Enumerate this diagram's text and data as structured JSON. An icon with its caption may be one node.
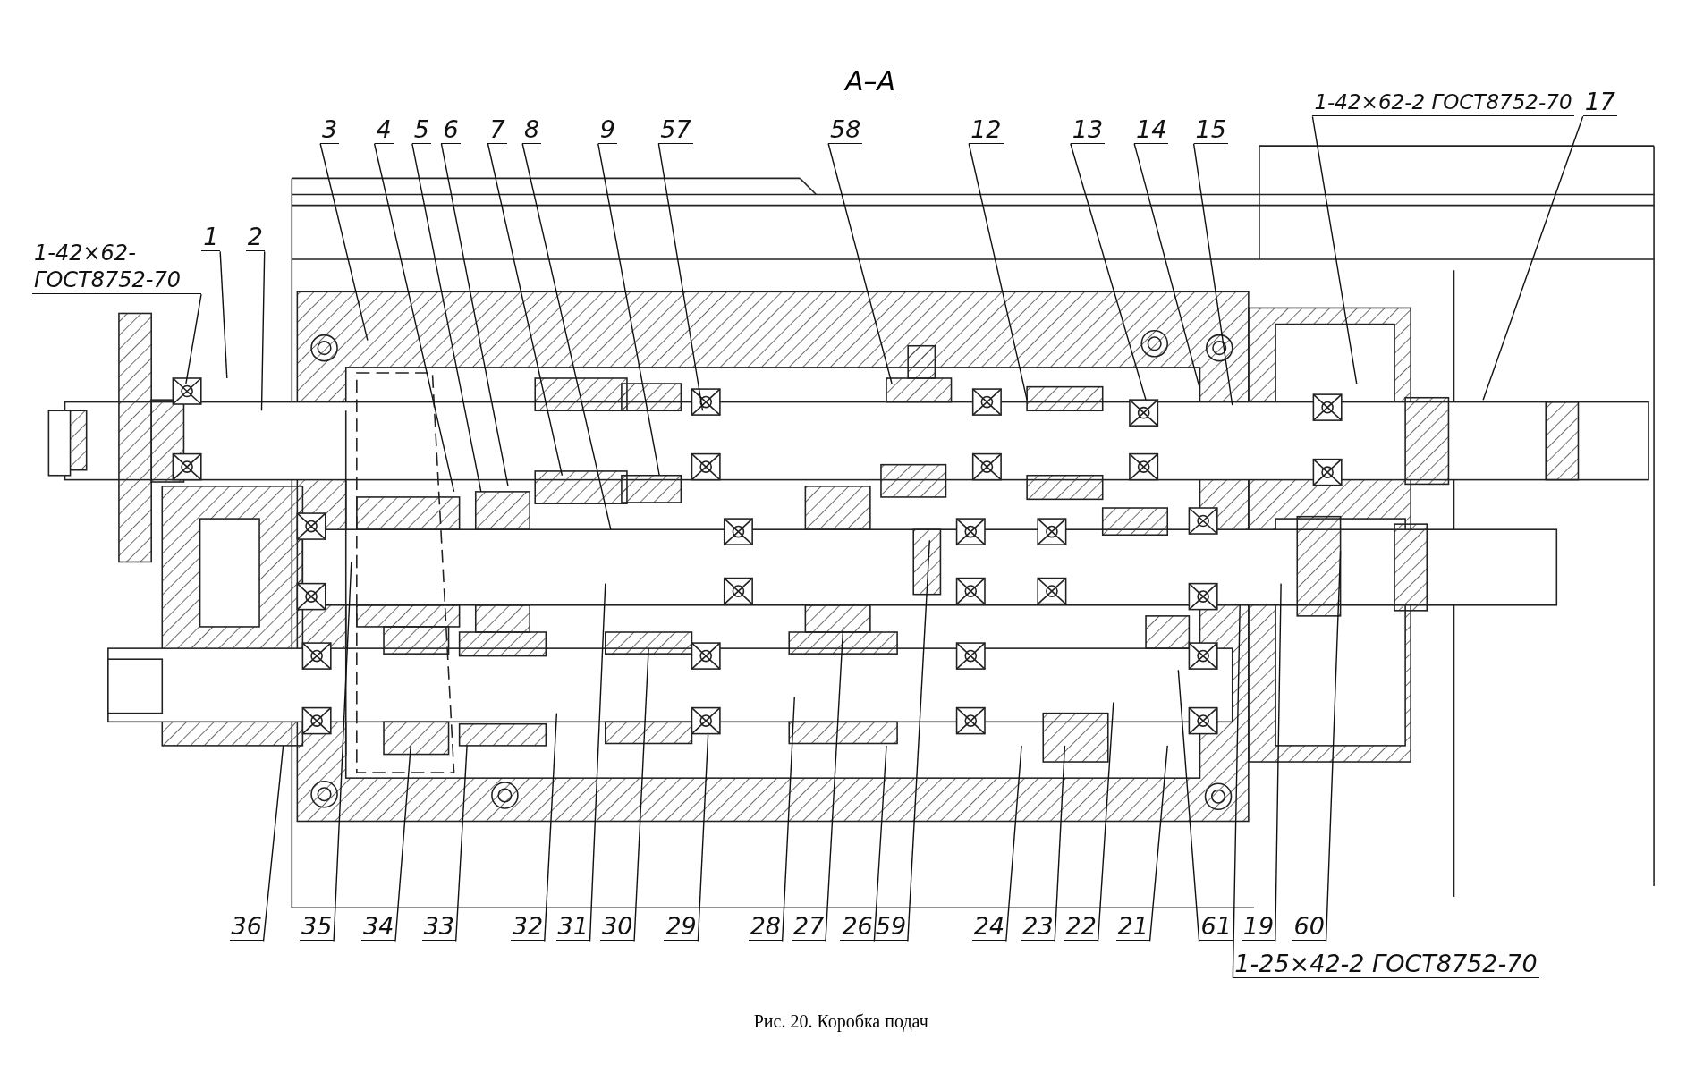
{
  "diagram": {
    "title": "А–А",
    "caption": "Рис. 20. Коробка подач",
    "nodes": [
      {
        "text": [
          "1-42×62-2 ГОСТ8752-70"
        ]
      },
      {
        "text": [
          "17"
        ]
      },
      {
        "text": [
          "3"
        ]
      },
      {
        "text": [
          "4"
        ]
      },
      {
        "text": [
          "5"
        ]
      },
      {
        "text": [
          "6"
        ]
      },
      {
        "text": [
          "7"
        ]
      },
      {
        "text": [
          "8"
        ]
      },
      {
        "text": [
          "9"
        ]
      },
      {
        "text": [
          "57"
        ]
      },
      {
        "text": [
          "58"
        ]
      },
      {
        "text": [
          "12"
        ]
      },
      {
        "text": [
          "13"
        ]
      },
      {
        "text": [
          "14"
        ]
      },
      {
        "text": [
          "15"
        ]
      },
      {
        "text": [
          "1"
        ]
      },
      {
        "text": [
          "2"
        ]
      },
      {
        "text": [
          "1-42×62- ГОСТ8752-70"
        ]
      },
      {
        "text": [
          "36"
        ]
      },
      {
        "text": [
          "35"
        ]
      },
      {
        "text": [
          "34"
        ]
      },
      {
        "text": [
          "33"
        ]
      },
      {
        "text": [
          "32"
        ]
      },
      {
        "text": [
          "31"
        ]
      },
      {
        "text": [
          "30"
        ]
      },
      {
        "text": [
          "29"
        ]
      },
      {
        "text": [
          "28"
        ]
      },
      {
        "text": [
          "27"
        ]
      },
      {
        "text": [
          "26"
        ]
      },
      {
        "text": [
          "59"
        ]
      },
      {
        "text": [
          "24"
        ]
      },
      {
        "text": [
          "23"
        ]
      },
      {
        "text": [
          "22"
        ]
      },
      {
        "text": [
          "21"
        ]
      },
      {
        "text": [
          "61"
        ]
      },
      {
        "text": [
          "19"
        ]
      },
      {
        "text": [
          "60"
        ]
      },
      {
        "text": [
          "1-25×42-2 ГОСТ8752-70"
        ]
      }
    ],
    "edges": [
      {
        "from": 0,
        "to": null,
        "arrow": "none"
      },
      {
        "from": 1,
        "to": null,
        "arrow": "none"
      },
      {
        "from": 2,
        "to": null,
        "arrow": "none"
      },
      {
        "from": 3,
        "to": null,
        "arrow": "none"
      },
      {
        "from": 4,
        "to": null,
        "arrow": "none"
      },
      {
        "from": 5,
        "to": null,
        "arrow": "none"
      },
      {
        "from": 6,
        "to": null,
        "arrow": "none"
      },
      {
        "from": 7,
        "to": null,
        "arrow": "none"
      },
      {
        "from": 8,
        "to": null,
        "arrow": "none"
      },
      {
        "from": 9,
        "to": null,
        "arrow": "none"
      },
      {
        "from": 10,
        "to": null,
        "arrow": "none"
      },
      {
        "from": 11,
        "to": null,
        "arrow": "none"
      },
      {
        "from": 12,
        "to": null,
        "arrow": "none"
      },
      {
        "from": 13,
        "to": null,
        "arrow": "none"
      },
      {
        "from": 14,
        "to": null,
        "arrow": "none"
      },
      {
        "from": 15,
        "to": null,
        "arrow": "none"
      },
      {
        "from": 16,
        "to": null,
        "arrow": "none"
      },
      {
        "from": 17,
        "to": null,
        "arrow": "none"
      },
      {
        "from": 18,
        "to": null,
        "arrow": "none"
      },
      {
        "from": 19,
        "to": null,
        "arrow": "none"
      },
      {
        "from": 20,
        "to": null,
        "arrow": "none"
      },
      {
        "from": 21,
        "to": null,
        "arrow": "none"
      },
      {
        "from": 22,
        "to": null,
        "arrow": "none"
      },
      {
        "from": 23,
        "to": null,
        "arrow": "none"
      },
      {
        "from": 24,
        "to": null,
        "arrow": "none"
      },
      {
        "from": 25,
        "to": null,
        "arrow": "none"
      },
      {
        "from": 26,
        "to": null,
        "arrow": "none"
      },
      {
        "from": 27,
        "to": null,
        "arrow": "none"
      },
      {
        "from": 28,
        "to": null,
        "arrow": "none"
      },
      {
        "from": 29,
        "to": null,
        "arrow": "none"
      },
      {
        "from": 30,
        "to": null,
        "arrow": "none"
      },
      {
        "from": 31,
        "to": null,
        "arrow": "none"
      },
      {
        "from": 32,
        "to": null,
        "arrow": "none"
      },
      {
        "from": 33,
        "to": null,
        "arrow": "none"
      },
      {
        "from": 34,
        "to": null,
        "arrow": "none"
      },
      {
        "from": 35,
        "to": null,
        "arrow": "none"
      },
      {
        "from": 36,
        "to": null,
        "arrow": "none"
      },
      {
        "from": 37,
        "to": null,
        "arrow": "none"
      }
    ]
  }
}
